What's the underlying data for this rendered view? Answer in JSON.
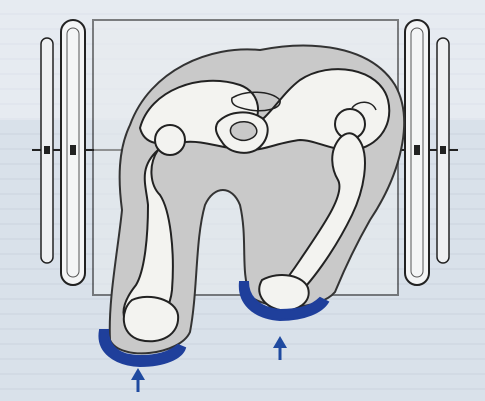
{
  "figure": {
    "subject": "wheelchair-seating-pelvis-femurs-diagram",
    "colors": {
      "page_background": "#ffffff",
      "paper_background": "#d9e1ea",
      "paper_lines": "#c6d0dc",
      "body_outline_fill": "#c9c9c9",
      "bone_fill": "#f3f3f0",
      "line_color": "#222222",
      "cushion_color": "#1f3f9b",
      "arrow_color": "#1f4aa0",
      "seat_frame_fill": "#e9ecef"
    },
    "icons": {
      "pressure_pad": "curved-pad",
      "force_arrow": "up-arrow"
    }
  }
}
